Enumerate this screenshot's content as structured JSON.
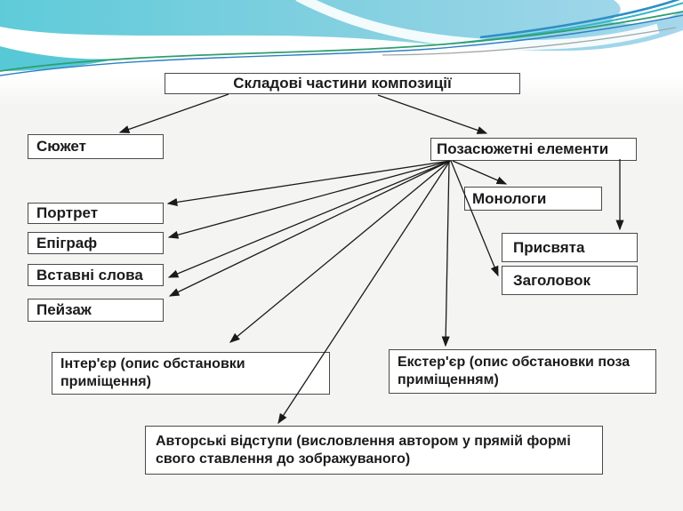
{
  "slide": {
    "background_color": "#f4f4f2",
    "box_fill": "#ffffff",
    "box_border_color": "#4a4a4a",
    "arrow_color": "#1a1a1a",
    "text_color": "#1b1b1b",
    "wave_colors": {
      "teal": "#5fcbd9",
      "light_blue": "#a6d7ec",
      "mid_blue": "#74c2e2",
      "deep_blue": "#2e8fc6",
      "green_line": "#2f9e6e",
      "blue_line": "#2e7fc4",
      "grey_line": "#a0a6a6"
    }
  },
  "nodes": {
    "title": "Складові частини композиції",
    "siuzhet": "Сюжет",
    "pozasiuzhetni": "Позасюжетні елементи",
    "portret": "Портрет",
    "epihraf": "Епіграф",
    "vstavni_slova": "Вставні слова",
    "peizazh": "Пейзаж",
    "monolohy": "Монологи",
    "prysviata": "Присвята",
    "zaholovok": "Заголовок",
    "interier": "Інтер'єр (опис обстановки приміщення)",
    "eksterier": "Екстер'єр (опис обстановки поза приміщенням)",
    "avtorski_vidstupy": "Авторські відступи (висловлення автором у прямій формі свого ставлення до зображуваного)"
  },
  "edges": [
    {
      "from": "title",
      "to": "siuzhet"
    },
    {
      "from": "title",
      "to": "pozasiuzhetni"
    },
    {
      "from": "pozasiuzhetni",
      "to": "portret"
    },
    {
      "from": "pozasiuzhetni",
      "to": "epihraf"
    },
    {
      "from": "pozasiuzhetni",
      "to": "vstavni_slova"
    },
    {
      "from": "pozasiuzhetni",
      "to": "peizazh"
    },
    {
      "from": "pozasiuzhetni",
      "to": "interier"
    },
    {
      "from": "pozasiuzhetni",
      "to": "avtorski_vidstupy"
    },
    {
      "from": "pozasiuzhetni",
      "to": "eksterier"
    },
    {
      "from": "pozasiuzhetni",
      "to": "monolohy"
    },
    {
      "from": "pozasiuzhetni",
      "to": "zaholovok"
    },
    {
      "from": "pozasiuzhetni",
      "to": "prysviata"
    }
  ]
}
